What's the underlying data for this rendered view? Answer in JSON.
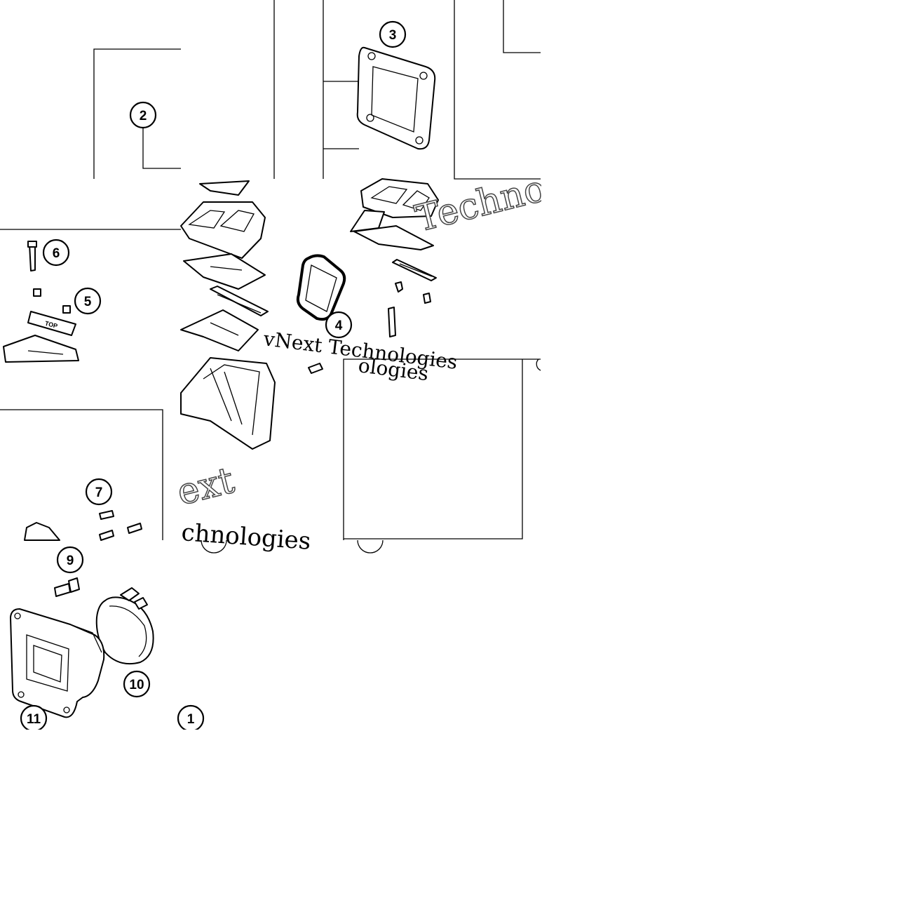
{
  "diagram": {
    "callouts": [
      {
        "id": "2",
        "label": "2"
      },
      {
        "id": "3",
        "label": "3"
      },
      {
        "id": "6",
        "label": "6"
      },
      {
        "id": "5",
        "label": "5"
      },
      {
        "id": "4",
        "label": "4"
      },
      {
        "id": "7",
        "label": "7"
      },
      {
        "id": "9",
        "label": "9"
      },
      {
        "id": "10",
        "label": "10"
      },
      {
        "id": "11",
        "label": "11"
      },
      {
        "id": "1",
        "label": "1"
      }
    ],
    "reed_plate_label": "TOP",
    "watermark_lines": [
      "vNext Technologies",
      "Techno",
      "ext",
      "chnologies",
      "ologies"
    ]
  }
}
